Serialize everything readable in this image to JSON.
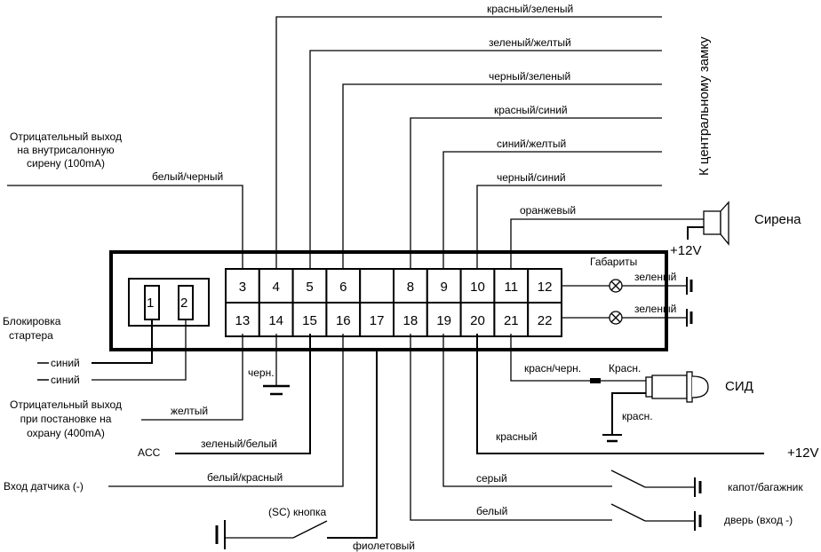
{
  "diagram": {
    "title_vertical": "К центральному замку",
    "connector": {
      "relay_pins": [
        "1",
        "2"
      ],
      "top_row": [
        "3",
        "4",
        "5",
        "6",
        "",
        "8",
        "9",
        "10",
        "11",
        "12"
      ],
      "bottom_row": [
        "13",
        "14",
        "15",
        "16",
        "17",
        "18",
        "19",
        "20",
        "21",
        "22"
      ]
    },
    "top_wires": [
      {
        "pin": "4",
        "color": "красный/зеленый"
      },
      {
        "pin": "5",
        "color": "зеленый/желтый"
      },
      {
        "pin": "6",
        "color": "черный/зеленый"
      },
      {
        "pin": "8",
        "color": "красный/синий"
      },
      {
        "pin": "9",
        "color": "синий/желтый"
      },
      {
        "pin": "10",
        "color": "черный/синий"
      }
    ],
    "siren": {
      "wire_color": "оранжевый",
      "label": "Сирена",
      "supply": "+12V"
    },
    "interior_siren": {
      "label_lines": [
        "Отрицательный выход",
        "на внутрисалонную",
        "сирену (100mA)"
      ],
      "wire_color": "белый/черный"
    },
    "parking_lights": {
      "label": "Габариты",
      "wire_colors": [
        "зеленый",
        "зеленый"
      ]
    },
    "starter_block": {
      "label_lines": [
        "Блокировка",
        "стартера"
      ],
      "wires": [
        "синий",
        "синий"
      ]
    },
    "ground_pin14": "черн.",
    "armed_output": {
      "label_lines": [
        "Отрицательный выход",
        "при постановке на",
        "охрану (400mA)"
      ],
      "wire_color": "желтый"
    },
    "acc": {
      "label": "ACC",
      "wire_color": "зеленый/белый"
    },
    "sensor_input": {
      "label": "Вход датчика (-)",
      "wire_color": "белый/красный"
    },
    "sc_button": {
      "label": "(SC) кнопка",
      "wire_color": "фиолетовый"
    },
    "led": {
      "wire_color": "красн/черн.",
      "plus_label": "Красн.",
      "minus_label": "красн.",
      "label": "СИД"
    },
    "power": {
      "wire_color": "красный",
      "label": "+12V"
    },
    "hood_trunk": {
      "wire_color": "серый",
      "label": "капот/багажник"
    },
    "door": {
      "wire_color": "белый",
      "label": "дверь (вход -)"
    }
  }
}
